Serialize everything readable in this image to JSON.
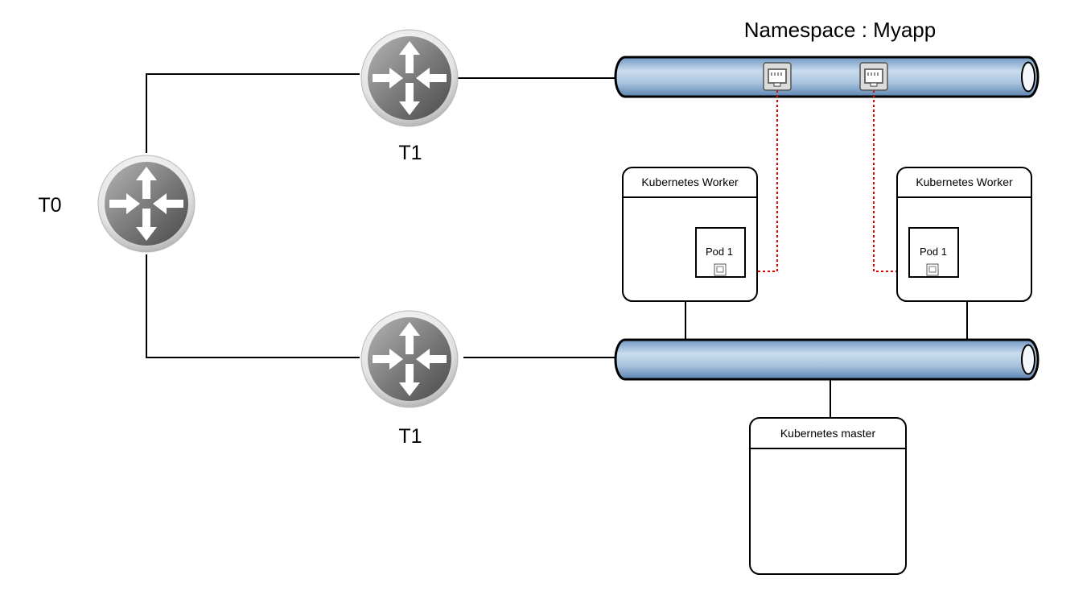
{
  "namespace": {
    "title": "Namespace : Myapp"
  },
  "routers": {
    "t0": {
      "label": "T0",
      "icon": "router-icon"
    },
    "t1_top": {
      "label": "T1",
      "icon": "router-icon"
    },
    "t1_bottom": {
      "label": "T1",
      "icon": "router-icon"
    }
  },
  "nodes": {
    "worker_left": {
      "title": "Kubernetes Worker",
      "pod": "Pod 1"
    },
    "worker_right": {
      "title": "Kubernetes Worker",
      "pod": "Pod 1"
    },
    "master": {
      "title": "Kubernetes master"
    }
  },
  "colors": {
    "segment": "#9bbbd9",
    "segment_border": "#000000",
    "logical_link": "#e00000",
    "router": "#7a7a7a"
  }
}
